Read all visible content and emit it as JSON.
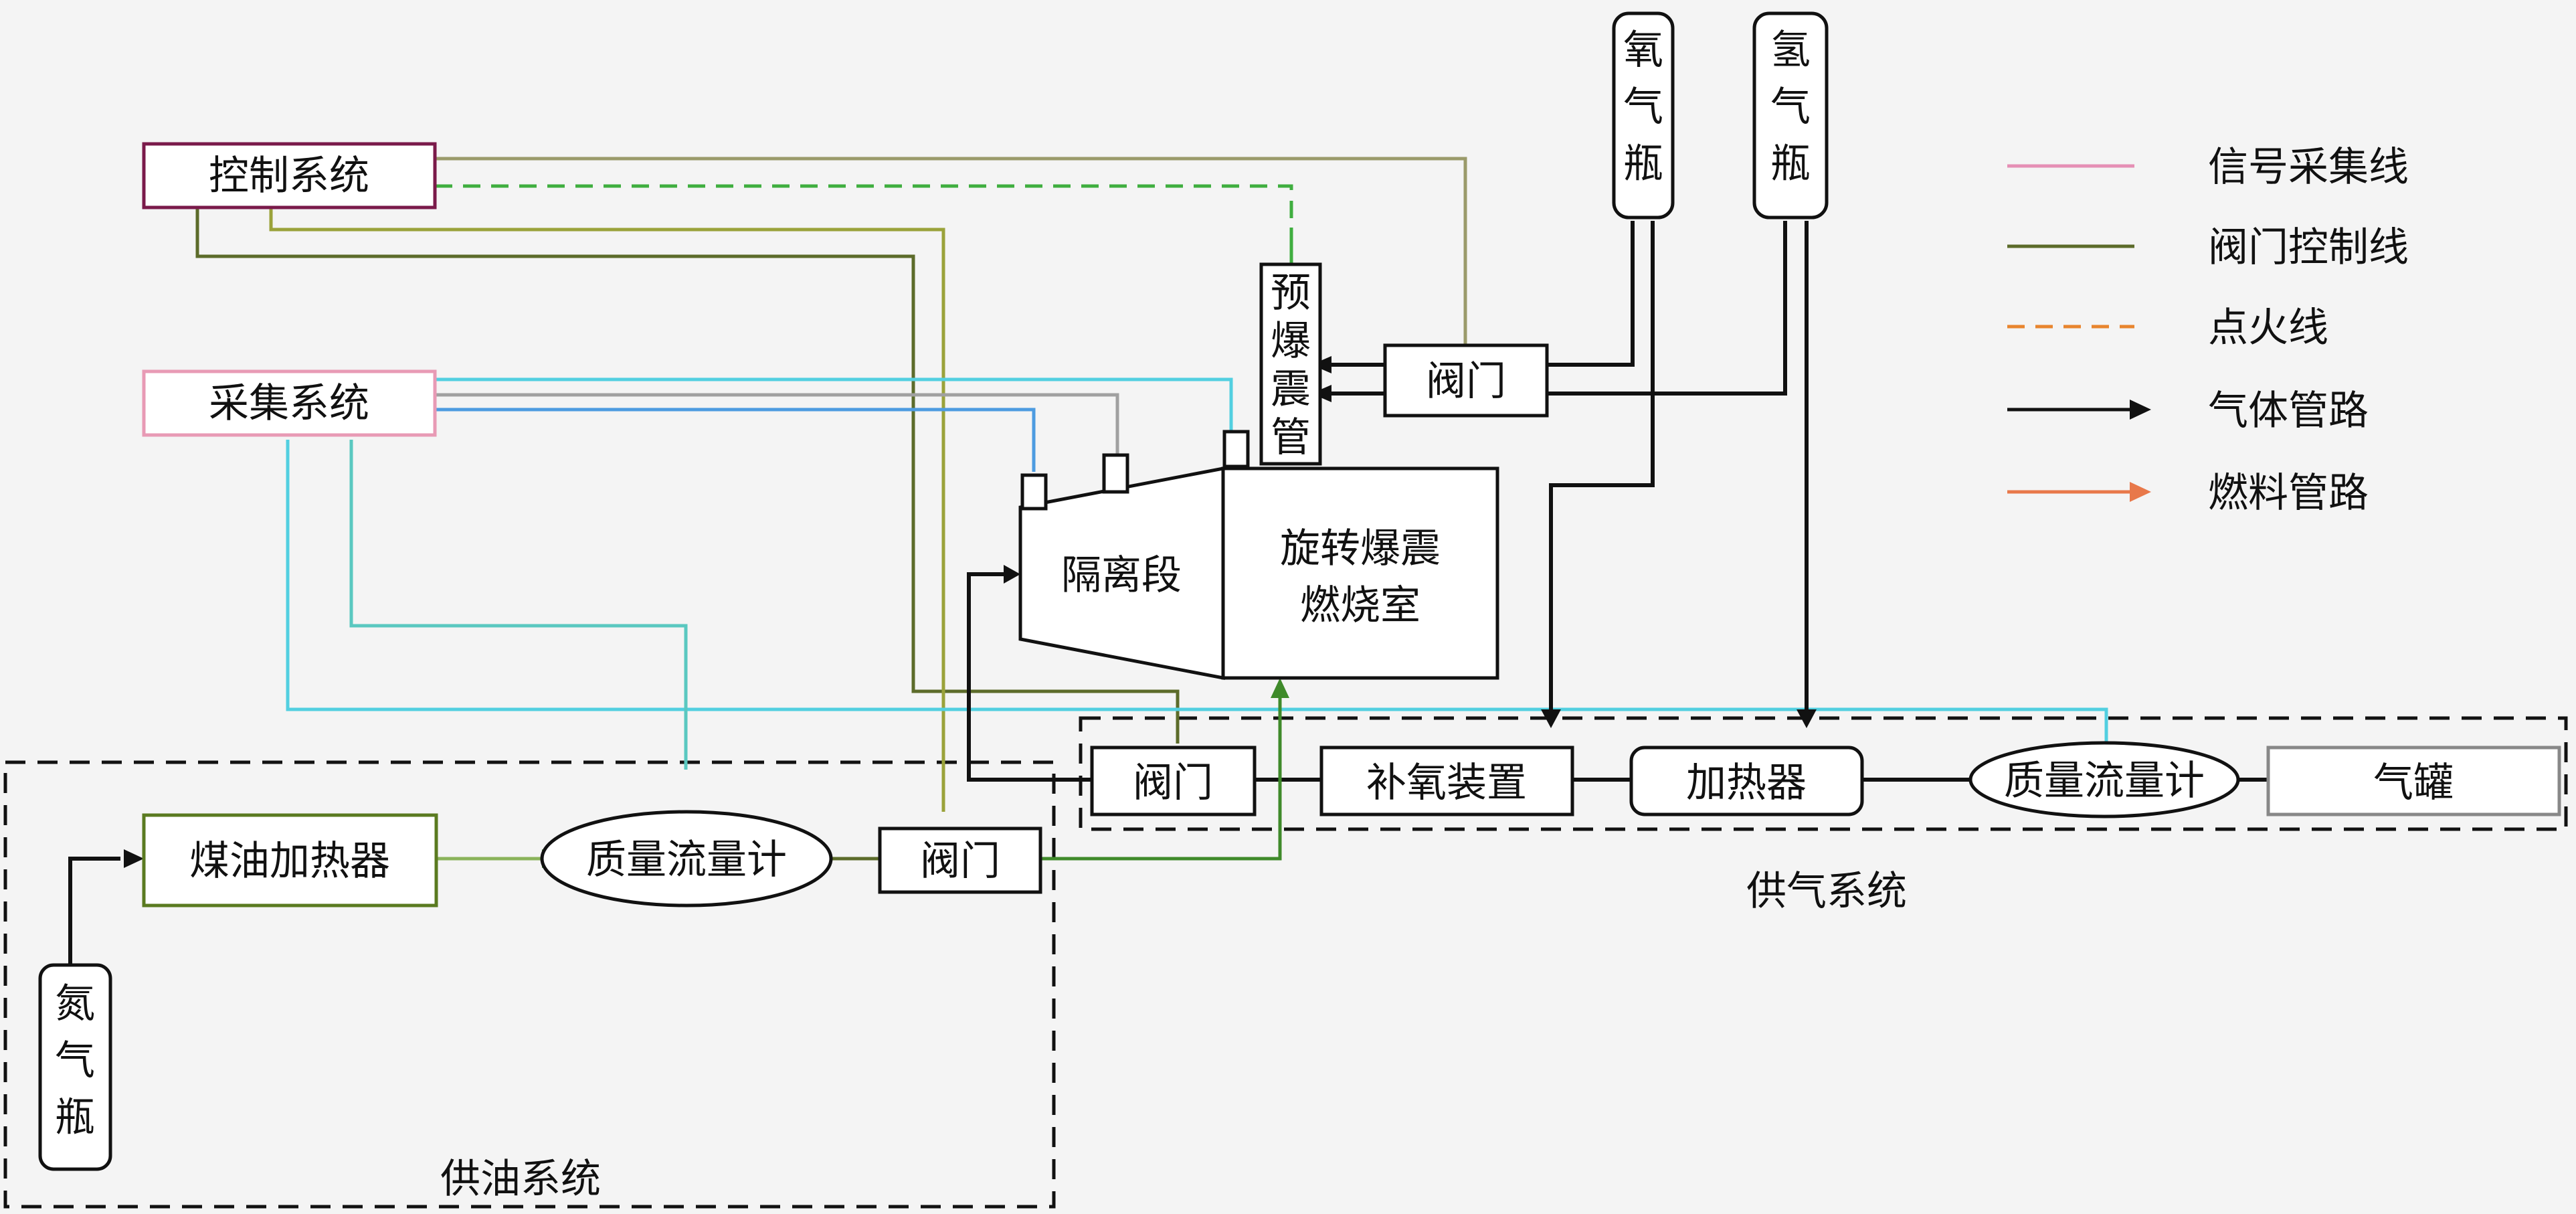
{
  "colors": {
    "signal": "#e58fb5",
    "valve_control": "#5c6b2a",
    "ignition": "#e8852e",
    "ignition_link": "#3fae3f",
    "gas": "#111111",
    "fuel": "#e8784a",
    "fuel_path": "#3f8a2a",
    "sensor_cyan": "#52cfe0",
    "sensor_blue": "#4d9be0",
    "sensor_teal": "#5ac8c0",
    "sensor_gray": "#a0a0a0",
    "control_border": "#7a1a4a",
    "acq_border": "#e89ab5",
    "heater_border": "#5a7a20",
    "tank_border": "#888888"
  },
  "blocks": {
    "control_system": "控制系统",
    "acquisition_system": "采集系统",
    "oxygen_bottle": [
      "氧",
      "气",
      "瓶"
    ],
    "hydrogen_bottle": [
      "氢",
      "气",
      "瓶"
    ],
    "nitrogen_bottle": [
      "氮",
      "气",
      "瓶"
    ],
    "predetonator": [
      "预",
      "爆",
      "震",
      "管"
    ],
    "valve_top": "阀门",
    "isolator": "隔离段",
    "combustor_line1": "旋转爆震",
    "combustor_line2": "燃烧室",
    "valve_air": "阀门",
    "oxygen_supplement": "补氧装置",
    "air_heater": "加热器",
    "air_flowmeter": "质量流量计",
    "gas_tank": "气罐",
    "kerosene_heater": "煤油加热器",
    "fuel_flowmeter": "质量流量计",
    "valve_fuel": "阀门"
  },
  "groups": {
    "air_supply": "供气系统",
    "fuel_supply": "供油系统"
  },
  "legend": [
    {
      "label": "信号采集线",
      "style": "signal"
    },
    {
      "label": "阀门控制线",
      "style": "valve_control"
    },
    {
      "label": "点火线",
      "style": "ignition"
    },
    {
      "label": "气体管路",
      "style": "gas"
    },
    {
      "label": "燃料管路",
      "style": "fuel"
    }
  ]
}
